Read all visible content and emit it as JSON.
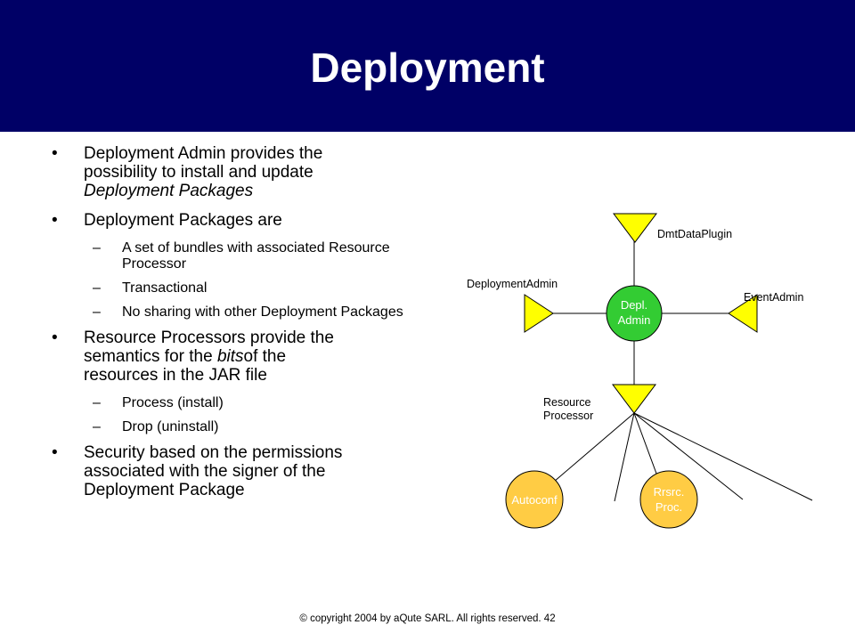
{
  "title": "Deployment",
  "bullets": [
    {
      "text_lines": [
        "Deployment Admin provides the",
        "possibility to install and update"
      ],
      "italic_line": "Deployment Packages"
    },
    {
      "text": "Deployment Packages are"
    },
    {
      "sub": "A set of bundles with associated Resource Processor"
    },
    {
      "sub": "Transactional"
    },
    {
      "sub": "No sharing with other Deployment Packages"
    },
    {
      "line1": "Resource Processors provide the",
      "line2_pre": "semantics for the ",
      "line2_italic": "bits",
      "line2_post": "of the",
      "line3": "resources in the JAR file"
    },
    {
      "sub": "Process (install)"
    },
    {
      "sub": "Drop (uninstall)"
    },
    {
      "text_lines": [
        "Security based on the permissions",
        "associated with the signer of the",
        "Deployment Package"
      ]
    }
  ],
  "bullet_marks": {
    "main": "•",
    "sub": "–"
  },
  "diagram": {
    "center_node": {
      "line1": "Depl.",
      "line2": "Admin",
      "color": "#33cc33"
    },
    "labels": {
      "top": "DmtDataPlugin",
      "left": "DeploymentAdmin",
      "right": "EventAdmin",
      "bottom_line1": "Resource",
      "bottom_line2": "Processor"
    },
    "processors": [
      {
        "label": "Autoconf"
      },
      {
        "line1": "Rrsrc.",
        "line2": "Proc."
      }
    ],
    "connector_color": "#ffff00",
    "processor_color": "#ffcc44"
  },
  "footer": "© copyright 2004 by aQute SARL. All rights reserved. 42"
}
